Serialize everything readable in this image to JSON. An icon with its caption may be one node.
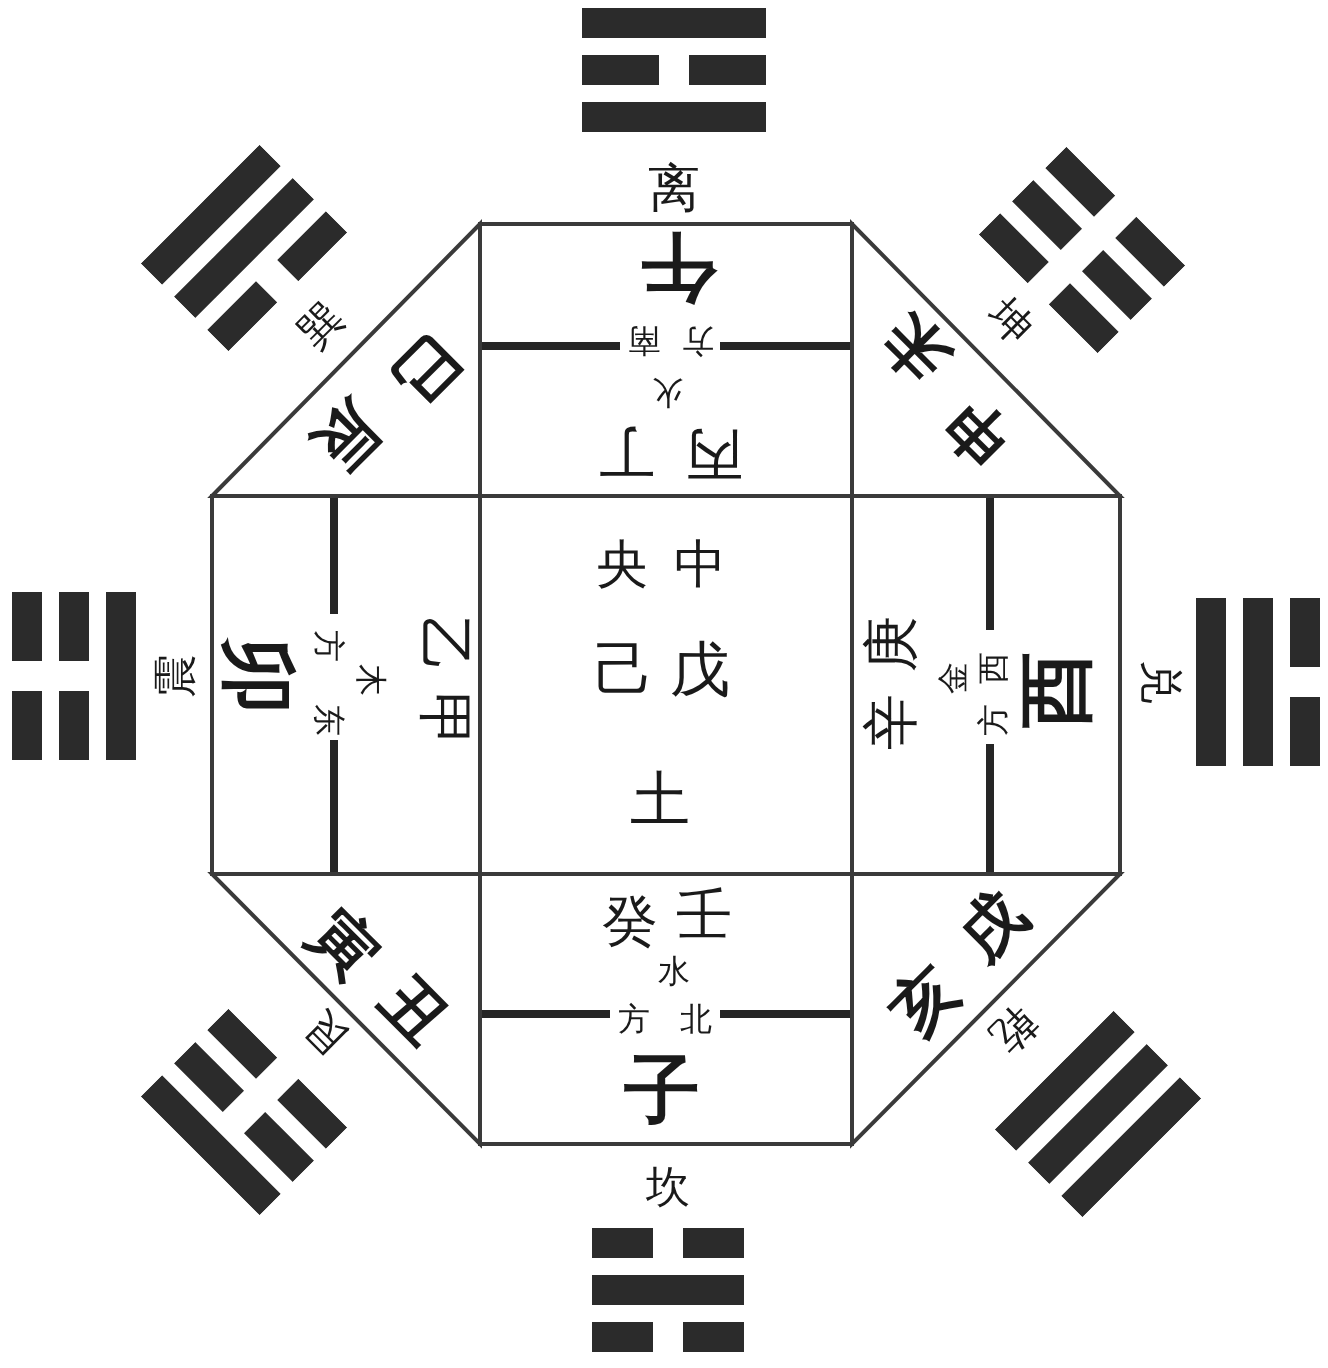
{
  "diagram": {
    "nodes": [
      {
        "text": [
          "离"
        ]
      },
      {
        "text": [
          "巽"
        ]
      },
      {
        "text": [
          "坤"
        ]
      },
      {
        "text": [
          "巳",
          "辰"
        ]
      },
      {
        "text": [
          "丙",
          "丁",
          "火",
          "南",
          "方",
          "午"
        ]
      },
      {
        "text": [
          "未",
          "申"
        ]
      },
      {
        "text": [
          "震"
        ]
      },
      {
        "text": [
          "甲",
          "乙",
          "木",
          "东",
          "方",
          "卯"
        ]
      },
      {
        "text": [
          "中",
          "央",
          "戊",
          "己",
          "土"
        ]
      },
      {
        "text": [
          "庚",
          "辛",
          "金",
          "西",
          "方",
          "酉"
        ]
      },
      {
        "text": [
          "兑"
        ]
      },
      {
        "text": [
          "寅",
          "丑"
        ]
      },
      {
        "text": [
          "壬",
          "癸",
          "水",
          "北",
          "方",
          "子"
        ]
      },
      {
        "text": [
          "戌",
          "亥"
        ]
      },
      {
        "text": [
          "艮"
        ]
      },
      {
        "text": [
          "乾"
        ]
      },
      {
        "text": [
          "坎"
        ]
      }
    ]
  }
}
